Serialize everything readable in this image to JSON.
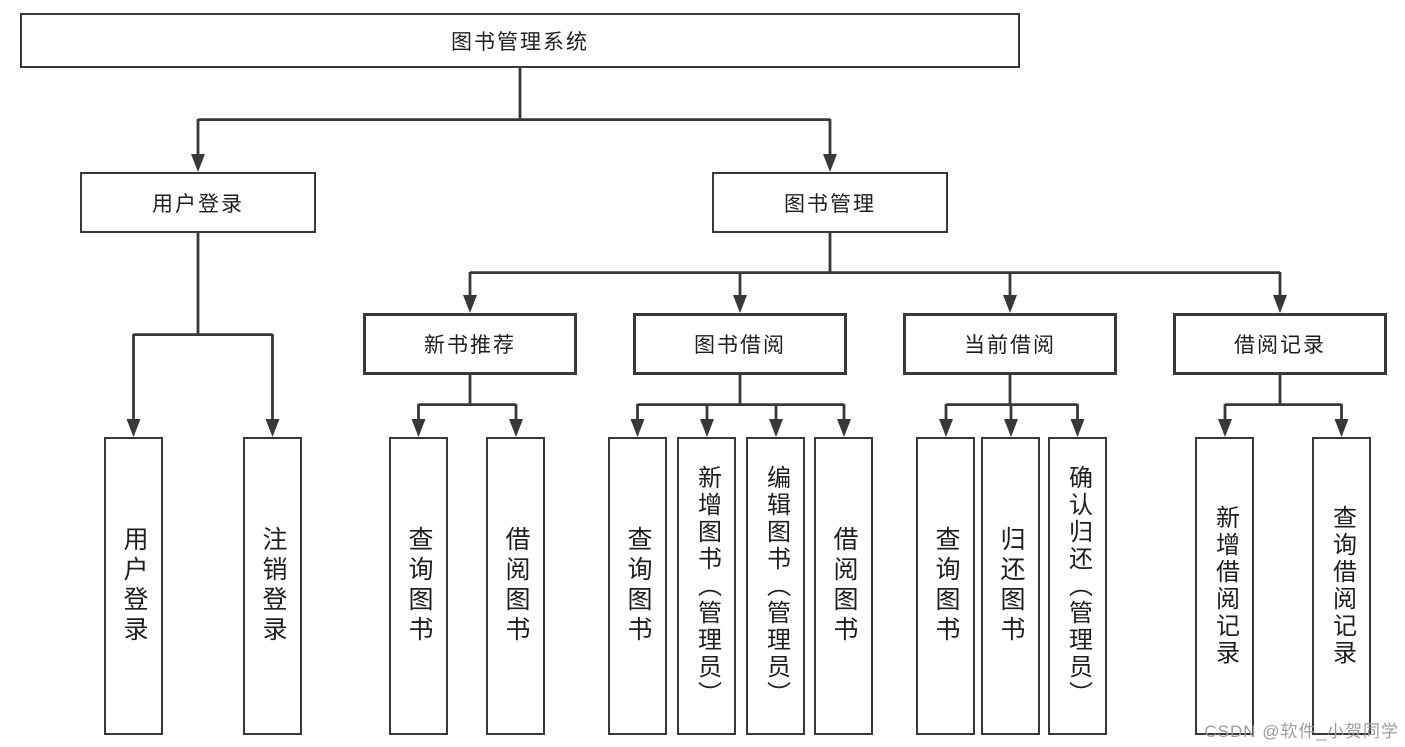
{
  "tree": {
    "root": {
      "label": "图书管理系统"
    },
    "branches": [
      {
        "label": "用户登录",
        "children": [
          {
            "label": "用户登录"
          },
          {
            "label": "注销登录"
          }
        ]
      },
      {
        "label": "图书管理",
        "children": [
          {
            "label": "新书推荐",
            "children": [
              {
                "label": "查询图书"
              },
              {
                "label": "借阅图书"
              }
            ]
          },
          {
            "label": "图书借阅",
            "children": [
              {
                "label": "查询图书"
              },
              {
                "label": "新增图书（管理员）"
              },
              {
                "label": "编辑图书（管理员）"
              },
              {
                "label": "借阅图书"
              }
            ]
          },
          {
            "label": "当前借阅",
            "children": [
              {
                "label": "查询图书"
              },
              {
                "label": "归还图书"
              },
              {
                "label": "确认归还（管理员）"
              }
            ]
          },
          {
            "label": "借阅记录",
            "children": [
              {
                "label": "新增借阅记录"
              },
              {
                "label": "查询借阅记录"
              }
            ]
          }
        ]
      }
    ]
  },
  "watermark": {
    "text": "CSDN @软件_小贺同学"
  },
  "colors": {
    "line": "#383838",
    "box_border": "#383838",
    "text": "#1e1e1e",
    "watermark": "#9c9c9c",
    "background": "#ffffff"
  }
}
